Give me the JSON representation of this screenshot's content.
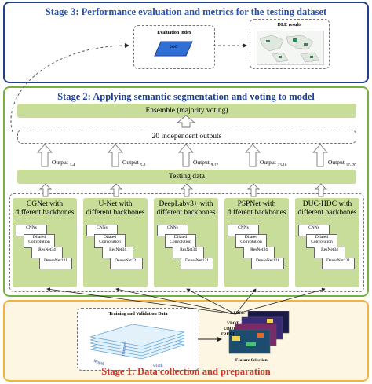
{
  "stage3": {
    "title": "Stage 3: Performance evaluation and metrics for the testing dataset",
    "evaluation_index": "Evaluation index",
    "soc": "SOC",
    "dle_results": "DLE results"
  },
  "stage2": {
    "title": "Stage 2: Applying semantic segmentation and voting to model",
    "ensemble": "Ensemble (majority voting)",
    "outputs": "20 independent outputs",
    "testing_data": "Testing data",
    "output_labels": [
      {
        "text": "Output",
        "sub": "1-4"
      },
      {
        "text": "Output",
        "sub": "5-8"
      },
      {
        "text": "Output",
        "sub": "9-12"
      },
      {
        "text": "Output",
        "sub": "13-16"
      },
      {
        "text": "Output",
        "sub": "17- 20"
      }
    ],
    "models": [
      {
        "title": "CGNet with different backbones"
      },
      {
        "title": "U-Net with different backbones"
      },
      {
        "title": "DeepLabv3+ with different backbones"
      },
      {
        "title": "PSPNet with different backbones"
      },
      {
        "title": "DUC-HDC with different backbones"
      }
    ],
    "backbones": [
      "CNNs",
      "Dilated Convolution",
      "ResNet34",
      "DenseNet121"
    ]
  },
  "stage1": {
    "title": "Stage 1: Data collection and preparation",
    "training_validation": "Training and Validation Data",
    "length": "length",
    "width": "width",
    "channels": "channels",
    "labels": [
      "LABEL",
      "VBOT",
      "UBOT",
      "TREFT"
    ],
    "feature_selection": "Feature Selection"
  },
  "colors": {
    "stage3_border": "#1f3f8f",
    "stage2_border": "#76b041",
    "stage1_border": "#f0b53a",
    "bar_fill": "#c9dd9b",
    "stage1_fill": "#fdf6e3"
  }
}
